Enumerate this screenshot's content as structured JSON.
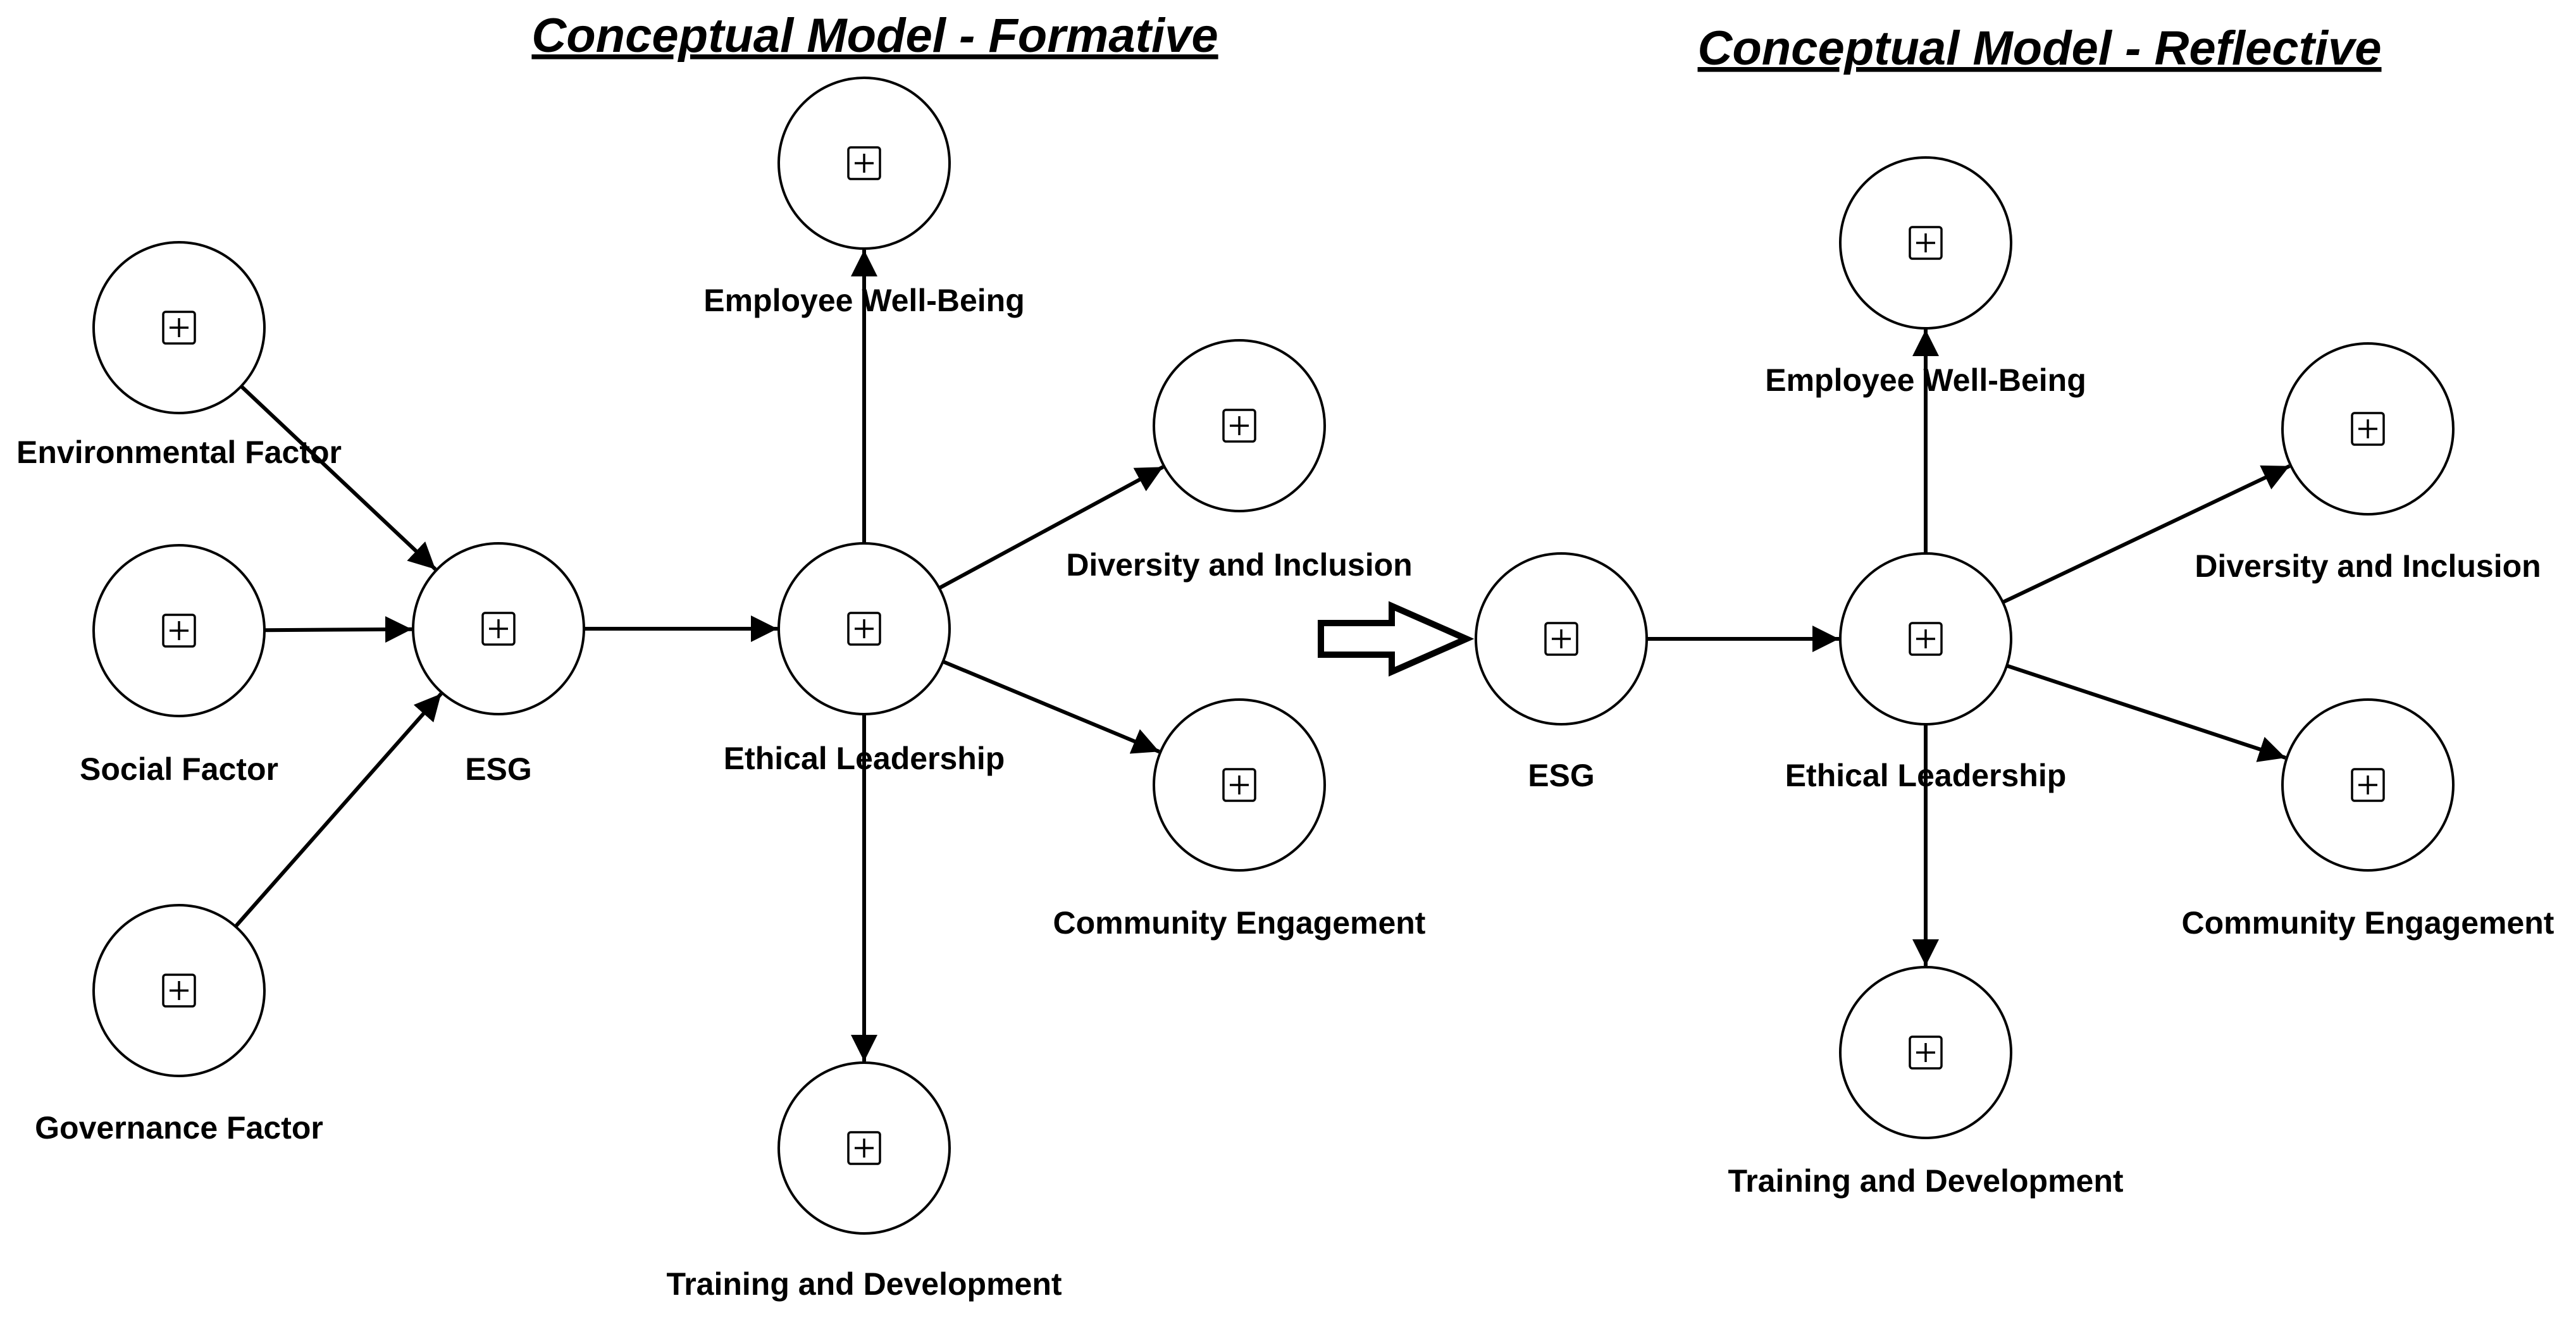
{
  "formative": {
    "title": "Conceptual Model - Formative",
    "nodes": [
      {
        "id": "f-env",
        "label": "Environmental Factor"
      },
      {
        "id": "f-soc",
        "label": "Social Factor"
      },
      {
        "id": "f-gov",
        "label": "Governance Factor"
      },
      {
        "id": "f-esg",
        "label": "ESG"
      },
      {
        "id": "f-el",
        "label": "Ethical Leadership"
      },
      {
        "id": "f-ewb",
        "label": "Employee Well-Being"
      },
      {
        "id": "f-di",
        "label": "Diversity and Inclusion"
      },
      {
        "id": "f-ce",
        "label": "Community Engagement"
      },
      {
        "id": "f-td",
        "label": "Training and Development"
      }
    ],
    "edges": [
      {
        "from": "f-env",
        "to": "f-esg"
      },
      {
        "from": "f-soc",
        "to": "f-esg"
      },
      {
        "from": "f-gov",
        "to": "f-esg"
      },
      {
        "from": "f-esg",
        "to": "f-el"
      },
      {
        "from": "f-el",
        "to": "f-ewb"
      },
      {
        "from": "f-el",
        "to": "f-di"
      },
      {
        "from": "f-el",
        "to": "f-ce"
      },
      {
        "from": "f-el",
        "to": "f-td"
      }
    ]
  },
  "reflective": {
    "title": "Conceptual Model - Reflective",
    "nodes": [
      {
        "id": "r-esg",
        "label": "ESG"
      },
      {
        "id": "r-el",
        "label": "Ethical Leadership"
      },
      {
        "id": "r-ewb",
        "label": "Employee Well-Being"
      },
      {
        "id": "r-di",
        "label": "Diversity and Inclusion"
      },
      {
        "id": "r-ce",
        "label": "Community Engagement"
      },
      {
        "id": "r-td",
        "label": "Training and Development"
      }
    ],
    "edges": [
      {
        "from": "r-esg",
        "to": "r-el"
      },
      {
        "from": "r-el",
        "to": "r-ewb"
      },
      {
        "from": "r-el",
        "to": "r-di"
      },
      {
        "from": "r-el",
        "to": "r-ce"
      },
      {
        "from": "r-el",
        "to": "r-td"
      }
    ]
  },
  "icons": {
    "node": "expand-plus-icon",
    "transition": "right-arrow-icon"
  }
}
